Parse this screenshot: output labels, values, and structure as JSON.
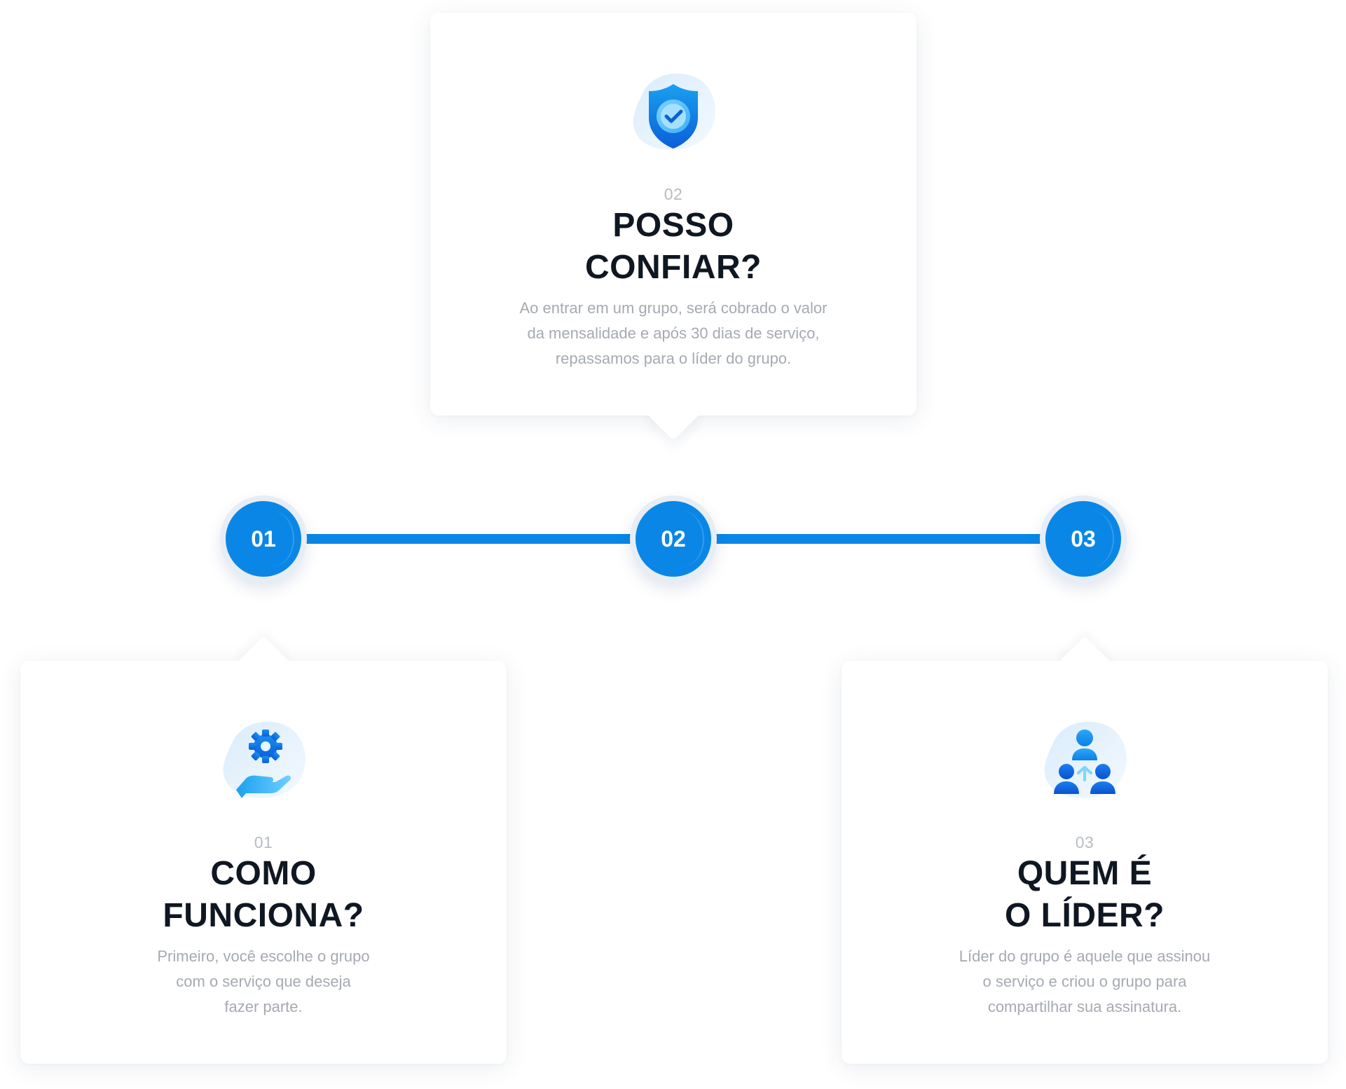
{
  "timeline": {
    "steps": [
      {
        "label": "01"
      },
      {
        "label": "02"
      },
      {
        "label": "03"
      }
    ],
    "accent_color": "#0a87e6"
  },
  "cards": {
    "left": {
      "number": "01",
      "title_lines": [
        "COMO",
        "FUNCIONA?"
      ],
      "description_lines": [
        "Primeiro, você escolhe o grupo",
        "com o serviço que deseja",
        "fazer parte."
      ],
      "icon": "gear-hand-icon"
    },
    "top": {
      "number": "02",
      "title_lines": [
        "POSSO",
        "CONFIAR?"
      ],
      "description_lines": [
        "Ao entrar em um grupo, será cobrado o valor",
        "da mensalidade e após 30 dias de serviço,",
        "repassamos para o líder do grupo."
      ],
      "icon": "shield-check-icon"
    },
    "right": {
      "number": "03",
      "title_lines": [
        "QUEM É",
        "O LÍDER?"
      ],
      "description_lines": [
        "Líder do grupo é aquele que assinou",
        "o serviço e criou o grupo para",
        "compartilhar sua assinatura."
      ],
      "icon": "group-leader-icon"
    }
  }
}
